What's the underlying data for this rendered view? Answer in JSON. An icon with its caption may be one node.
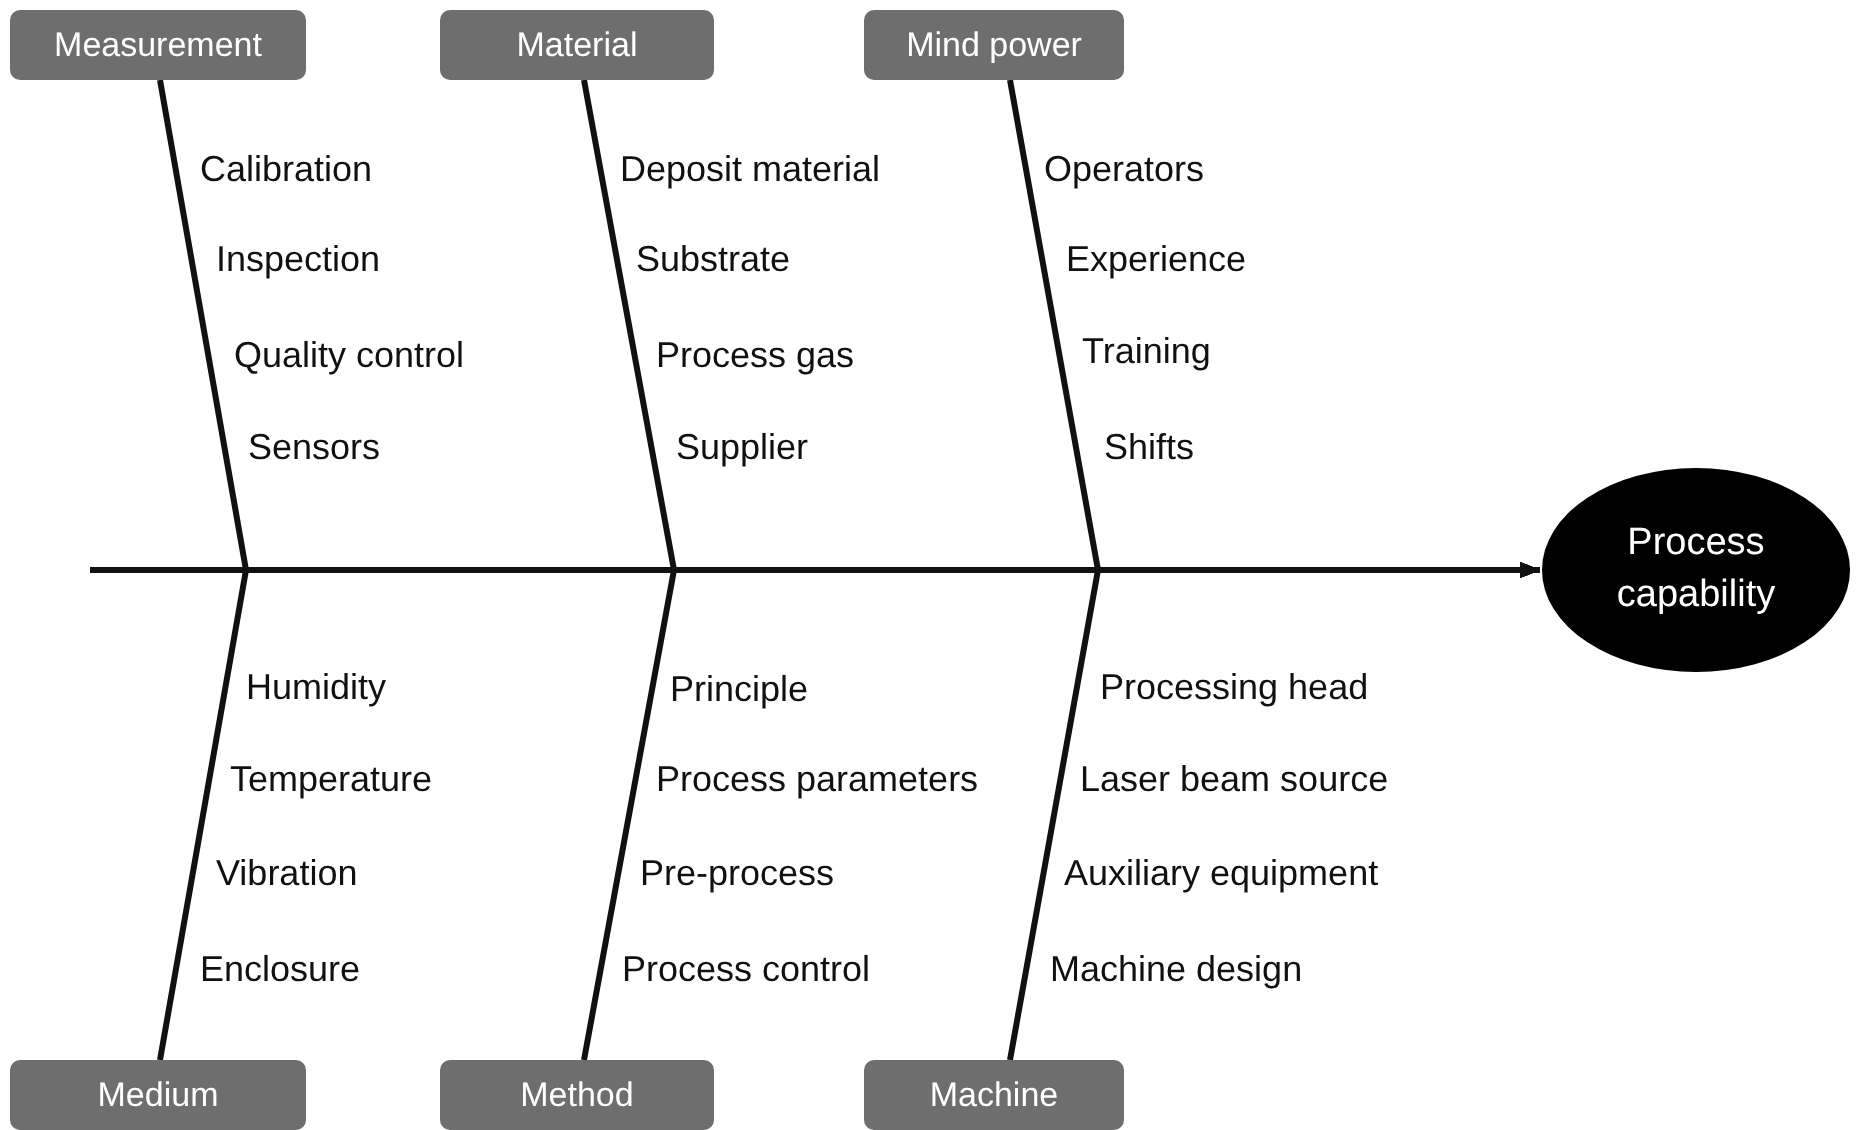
{
  "diagram": {
    "nodes": [
      {
        "text": [
          "Measurement"
        ]
      },
      {
        "text": [
          "Material"
        ]
      },
      {
        "text": [
          "Mind power"
        ]
      },
      {
        "text": [
          "Process capability"
        ]
      },
      {
        "text": [
          "Medium"
        ]
      },
      {
        "text": [
          "Method"
        ]
      },
      {
        "text": [
          "Machine"
        ]
      }
    ],
    "edges": [
      {
        "from": null,
        "to": 3,
        "arrow": "to"
      },
      {
        "from": 0,
        "to": 3,
        "arrow": "to"
      },
      {
        "from": 1,
        "to": 3,
        "arrow": "to"
      },
      {
        "from": 2,
        "to": 3,
        "arrow": "to"
      },
      {
        "from": 4,
        "to": 3,
        "arrow": "to"
      },
      {
        "from": 5,
        "to": 3,
        "arrow": "to"
      },
      {
        "from": 6,
        "to": 3,
        "arrow": "to"
      }
    ],
    "labels": [
      "Calibration",
      "Inspection",
      "Quality control",
      "Sensors",
      "Deposit material",
      "Substrate",
      "Process gas",
      "Supplier",
      "Operators",
      "Experience",
      "Training",
      "Shifts",
      "Humidity",
      "Temperature",
      "Vibration",
      "Enclosure",
      "Principle",
      "Process parameters",
      "Pre-process",
      "Process control",
      "Processing head",
      "Laser beam source",
      "Auxiliary equipment",
      "Machine design"
    ]
  }
}
